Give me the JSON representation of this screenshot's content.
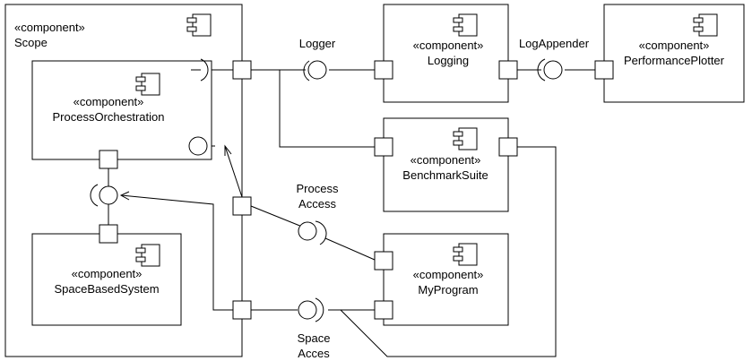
{
  "stereotype": "«component»",
  "outer_component": {
    "name": "Scope"
  },
  "components": {
    "process_orchestration": "ProcessOrchestration",
    "space_based_system": "SpaceBasedSystem",
    "logging": "Logging",
    "performance_plotter": "PerformancePlotter",
    "benchmark_suite": "BenchmarkSuite",
    "my_program": "MyProgram"
  },
  "interfaces": {
    "logger": "Logger",
    "log_appender": "LogAppender",
    "process_access_line1": "Process",
    "process_access_line2": "Access",
    "space_access_line1": "Space",
    "space_access_line2": "Acces"
  }
}
